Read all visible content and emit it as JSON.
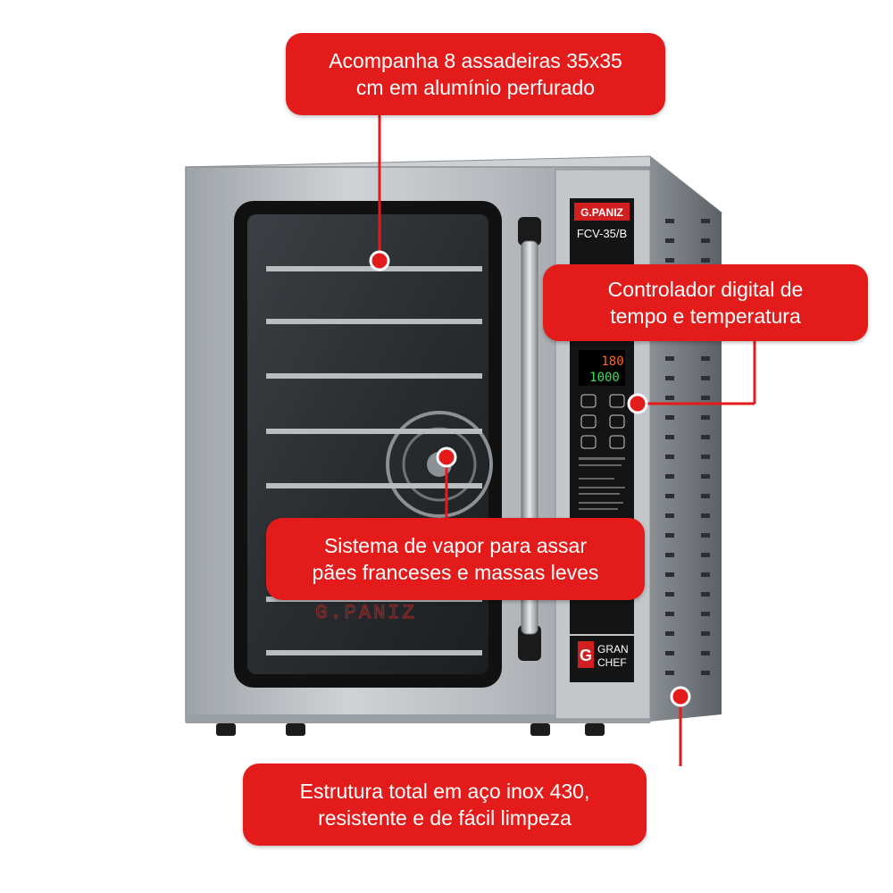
{
  "brand": {
    "logo_text": "G.PANIZ",
    "model": "FCV-35/B",
    "door_logo": "G.PANIZ",
    "footer_brand_line1": "GRAN",
    "footer_brand_line2": "CHEF",
    "footer_brand_glyph": "G"
  },
  "display": {
    "temperature": "180",
    "time": "1000"
  },
  "callouts": {
    "trays": {
      "line1": "Acompanha 8 assadeiras 35x35",
      "line2": "cm em alumínio perfurado"
    },
    "controller": {
      "line1": "Controlador digital de",
      "line2": "tempo e temperatura"
    },
    "steam": {
      "line1": "Sistema de vapor para assar",
      "line2": "pães franceses e massas leves"
    },
    "structure": {
      "line1": "Estrutura total em aço inox 430,",
      "line2": "resistente e de fácil limpeza"
    }
  },
  "colors": {
    "accent_red": "#e31b1b",
    "steel": "#b7bbbf",
    "steel_dark": "#6e7378",
    "panel_black": "#141414"
  }
}
